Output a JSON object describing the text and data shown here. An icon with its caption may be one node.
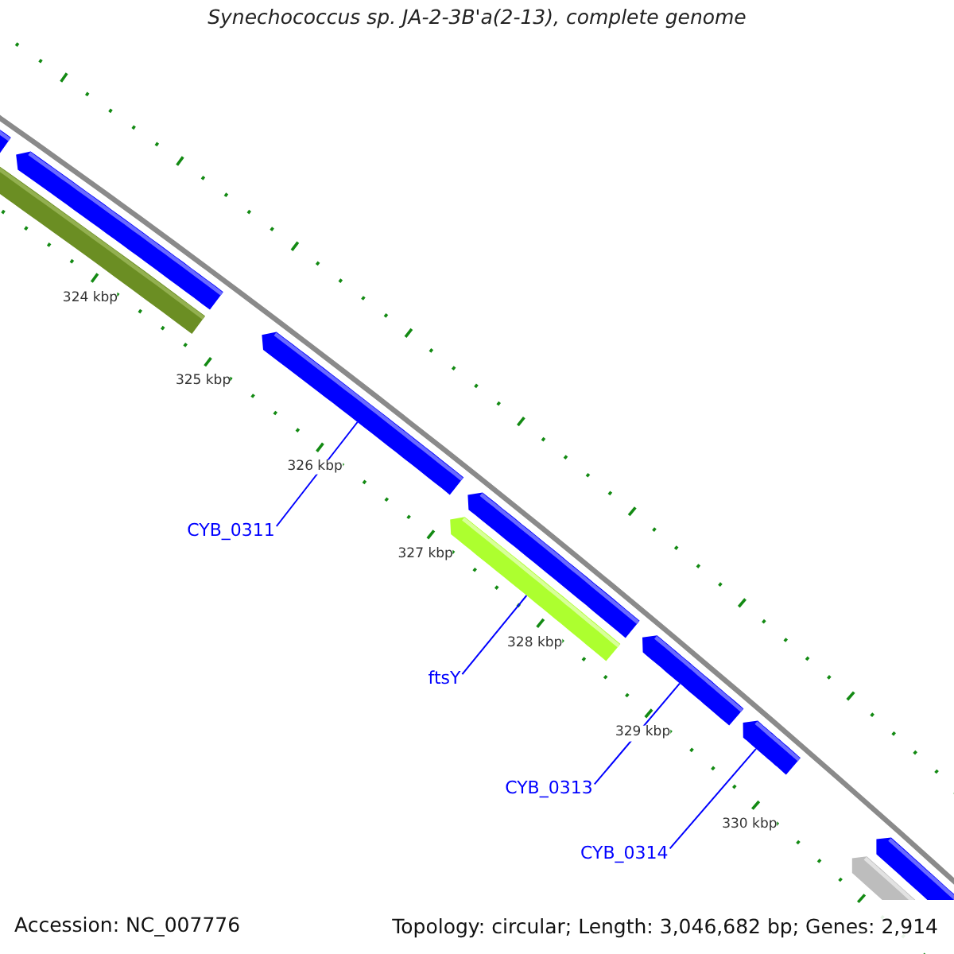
{
  "diagram": {
    "title": "Synechococcus sp. JA-2-3B'a(2-13), complete genome",
    "nodes": [
      {
        "text": [],
        "shape": "bar"
      },
      {
        "text": [],
        "shape": "bar"
      },
      {
        "text": [],
        "shape": "bar"
      },
      {
        "text": [],
        "shape": "bar"
      },
      {
        "text": [
          "CYB_0311"
        ]
      },
      {
        "text": [],
        "shape": "bar"
      },
      {
        "text": [],
        "shape": "bar"
      },
      {
        "text": [
          "ftsY"
        ]
      },
      {
        "text": [],
        "shape": "bar"
      },
      {
        "text": [],
        "shape": "bar"
      },
      {
        "text": [
          "CYB_0313"
        ]
      },
      {
        "text": [
          "CYB_0314"
        ]
      },
      {
        "text": [],
        "shape": "bar"
      },
      {
        "text": [],
        "shape": "bar"
      }
    ],
    "edges": [
      {
        "from": 4,
        "to": 3,
        "arrow": "none"
      },
      {
        "from": 7,
        "to": 6,
        "arrow": "none"
      },
      {
        "from": 10,
        "to": 8,
        "arrow": "none"
      },
      {
        "from": 11,
        "to": 9,
        "arrow": "none"
      }
    ],
    "labels": [
      "324 kbp",
      "325 kbp",
      "326 kbp",
      "327 kbp",
      "328 kbp",
      "329 kbp",
      "330 kbp",
      "Accession: NC_007776",
      "Topology: circular; Length: 3,046,682 bp; Genes: 2,914"
    ]
  }
}
